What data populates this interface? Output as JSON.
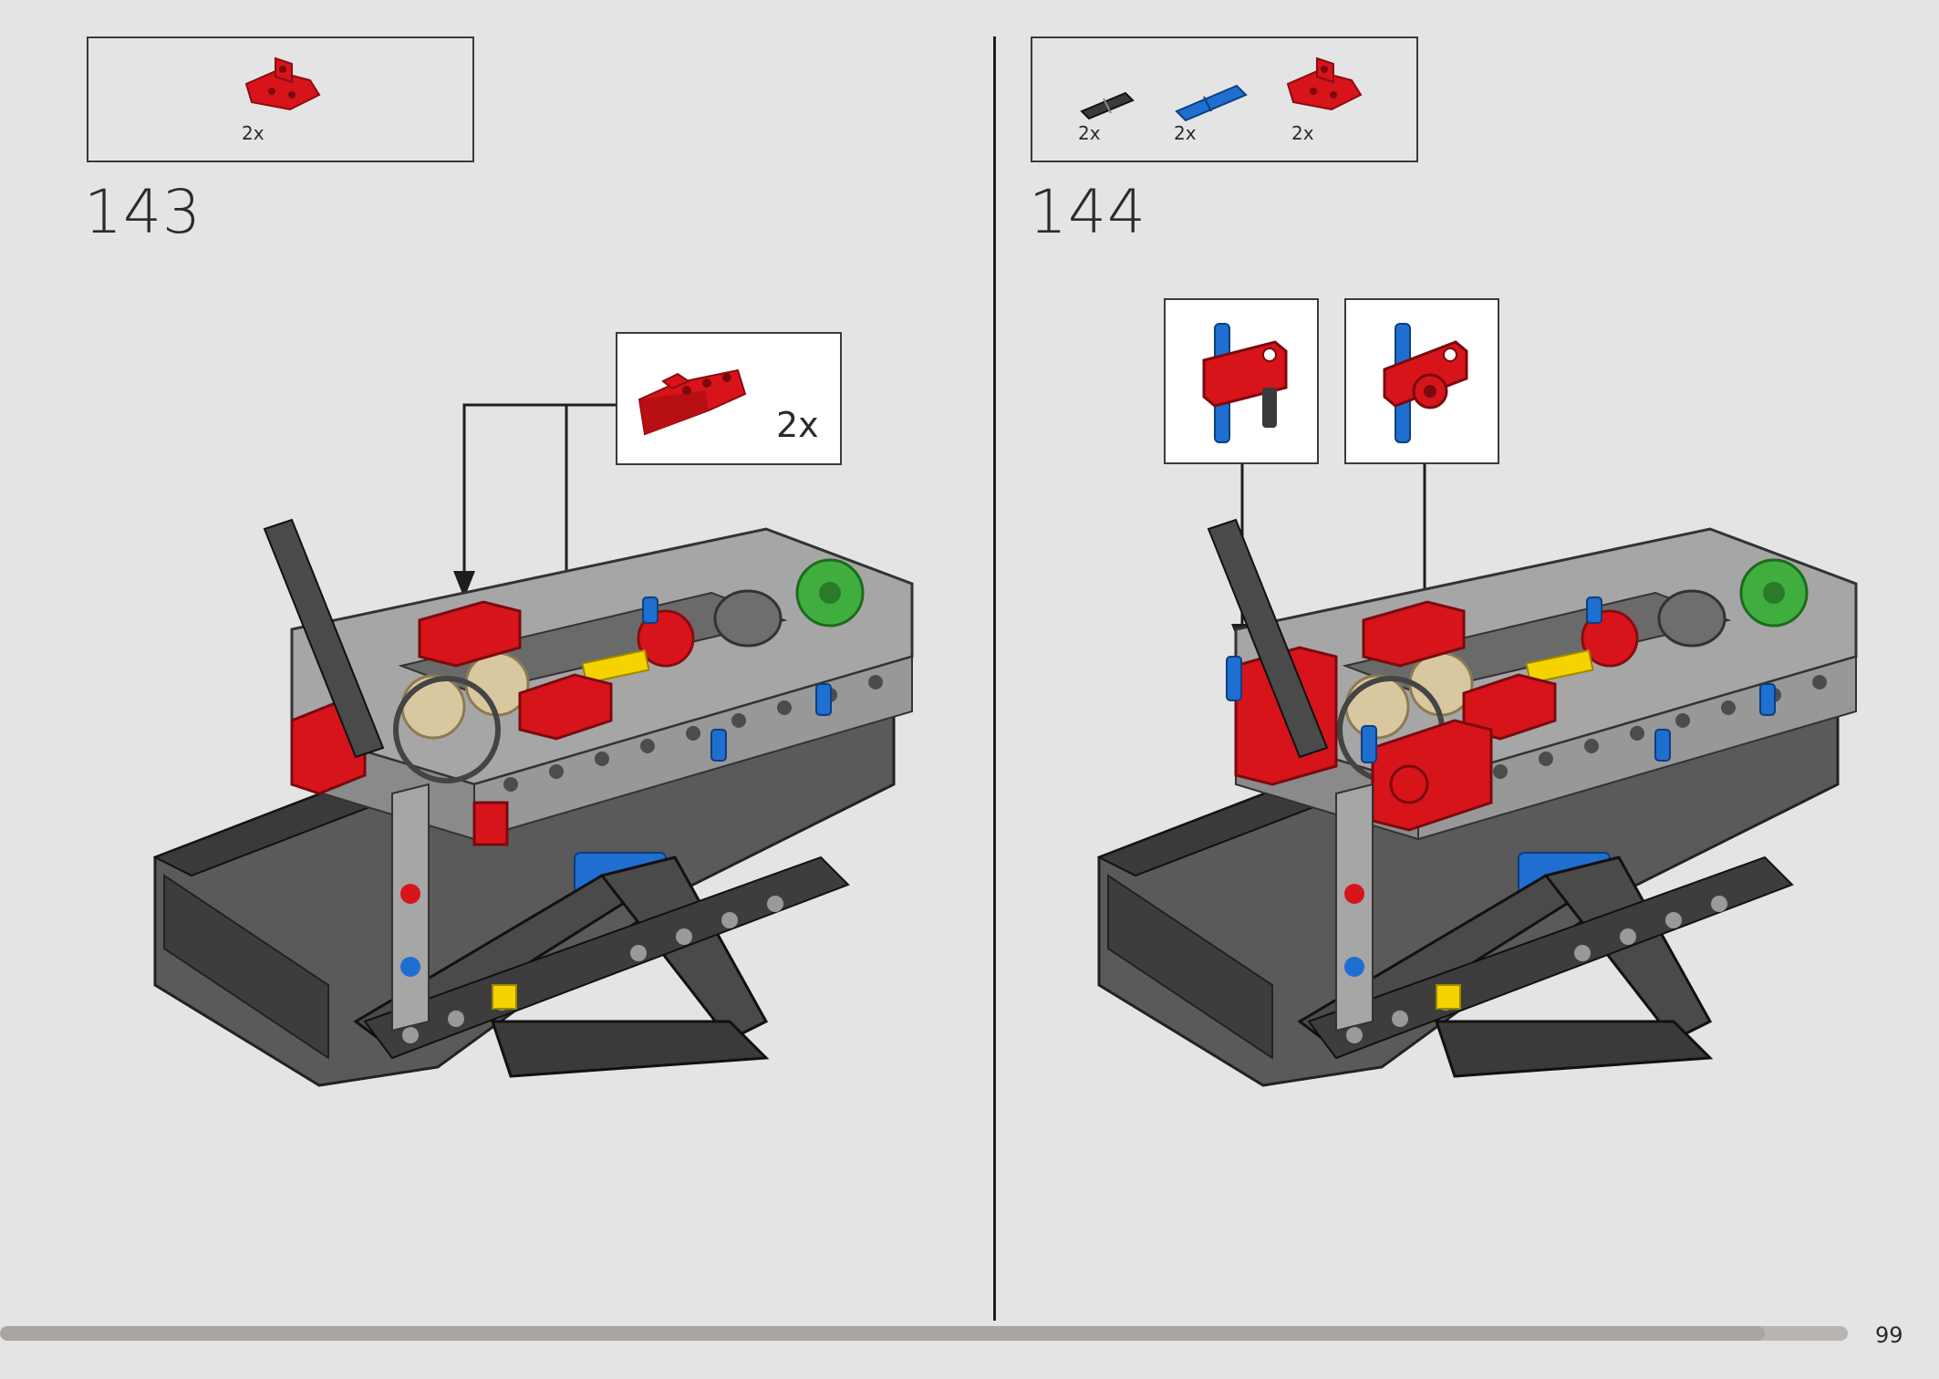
{
  "page": {
    "number": "99",
    "progress_fraction": 0.955
  },
  "colors": {
    "background": "#e4e4e4",
    "red": "#d7141a",
    "blue": "#1f6fd1",
    "green": "#3fae3f",
    "dark_gray": "#4a4a4a",
    "light_gray": "#a6a6a6",
    "yellow": "#f5d300",
    "tan": "#d9c7a0"
  },
  "steps": [
    {
      "number": "143",
      "parts": [
        {
          "icon": "red-beam-connector-icon",
          "quantity": "2x"
        }
      ],
      "callouts": [
        {
          "icon": "red-beam-connector-icon",
          "quantity": "2x"
        }
      ]
    },
    {
      "number": "144",
      "parts": [
        {
          "icon": "black-axle-pin-icon",
          "quantity": "2x"
        },
        {
          "icon": "blue-axle-pin-icon",
          "quantity": "2x"
        },
        {
          "icon": "red-beam-connector-icon",
          "quantity": "2x"
        }
      ],
      "callouts": [
        {
          "icon": "subassembly-left-icon"
        },
        {
          "icon": "subassembly-right-icon"
        }
      ]
    }
  ]
}
